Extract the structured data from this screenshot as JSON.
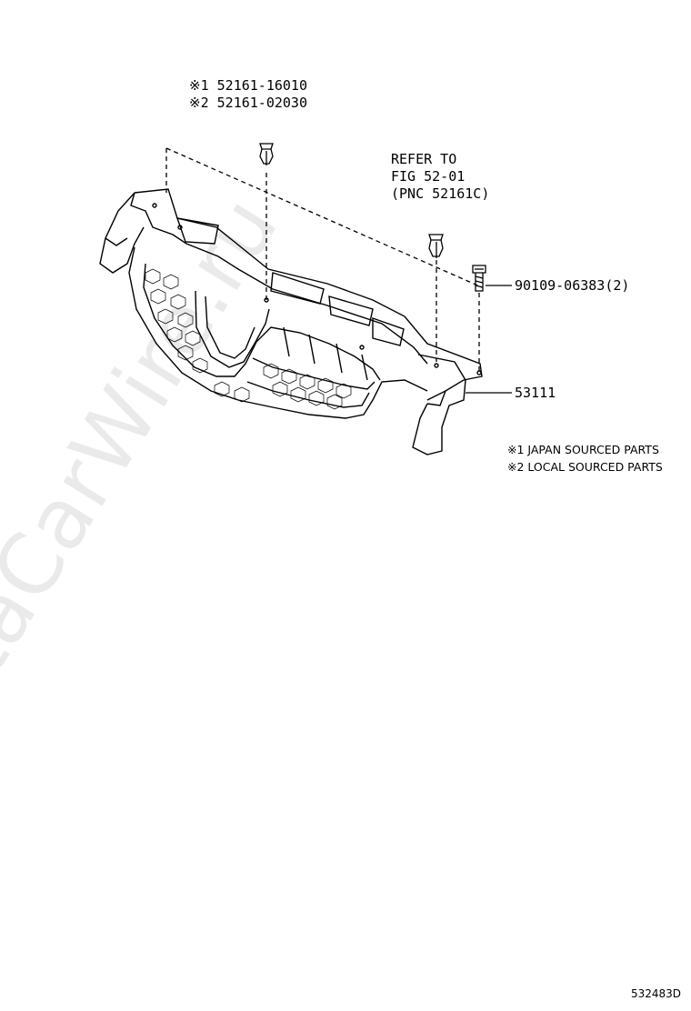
{
  "callouts": {
    "bolt_clip_line1": "※1 52161-16010",
    "bolt_clip_line2": "※2 52161-02030",
    "refer_line1": "REFER TO",
    "refer_line2": "FIG 52-01",
    "refer_line3": "(PNC 52161C)",
    "bolt": "90109-06383(2)",
    "grille": "53111"
  },
  "notes": {
    "note1": "※1 JAPAN SOURCED PARTS",
    "note2": "※2 LOCAL SOURCED PARTS"
  },
  "figure_id": "532483D",
  "watermark": "ToyotaCarWire.ru"
}
